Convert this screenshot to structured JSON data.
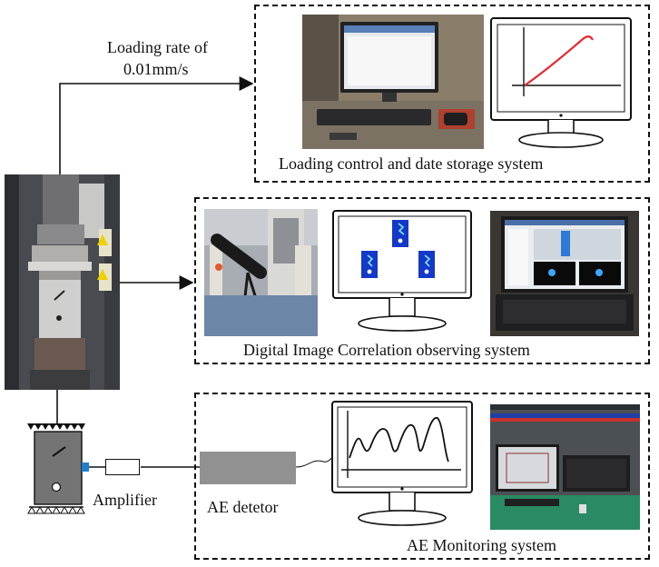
{
  "labels": {
    "loading_rate": "Loading rate of",
    "loading_rate_value": "0.01mm/s",
    "amplifier": "Amplifier",
    "ae_detector": "AE detetor"
  },
  "systems": {
    "loading": {
      "caption": "Loading control and date storage system"
    },
    "dic": {
      "caption": "Digital Image Correlation observing system"
    },
    "ae": {
      "caption": "AE Monitoring system"
    }
  },
  "colors": {
    "curve": "#e8262e",
    "dic_panel": "#1438c8",
    "ae_detector": "#909090",
    "connector": "#1f7fd0"
  }
}
